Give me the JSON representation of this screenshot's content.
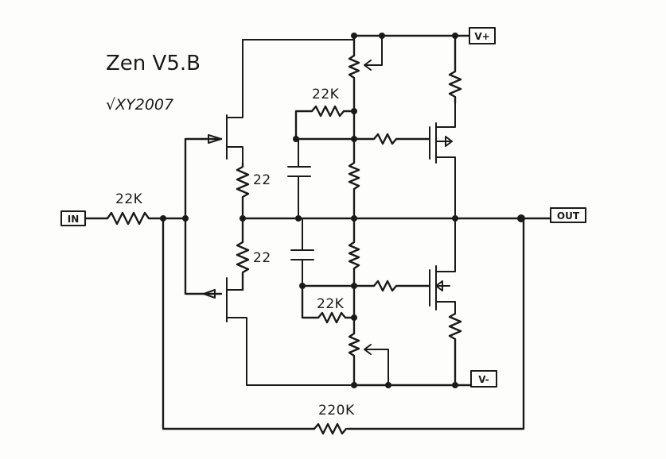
{
  "title": "Zen V5.B",
  "author": "√XY2007",
  "terminals": {
    "input": "IN",
    "output": "OUT",
    "positive_supply": "V+",
    "negative_supply": "V-"
  },
  "component_labels": {
    "input_resistor": "22K",
    "upper_emitter_resistor": "22",
    "lower_emitter_resistor": "22",
    "upper_bias_resistor": "22K",
    "lower_bias_resistor": "22K",
    "feedback_resistor": "220K"
  }
}
